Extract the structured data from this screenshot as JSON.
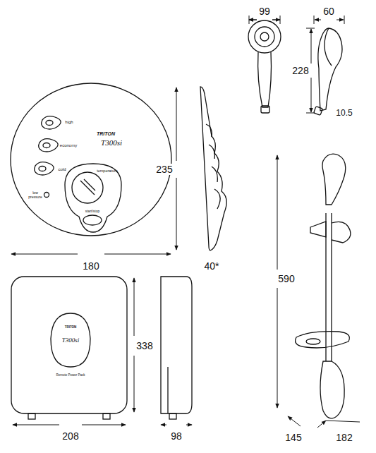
{
  "diagram": {
    "labels": [
      "99",
      "60",
      "228",
      "10.5",
      "235",
      "180",
      "40*",
      "590",
      "338",
      "208",
      "98",
      "145",
      "182",
      "high",
      "economy",
      "cold",
      "TRITON",
      "T300si",
      "low pressure",
      "temperature",
      "start/stop",
      "TRITON",
      "T300si",
      "Remote Power Pack"
    ]
  }
}
